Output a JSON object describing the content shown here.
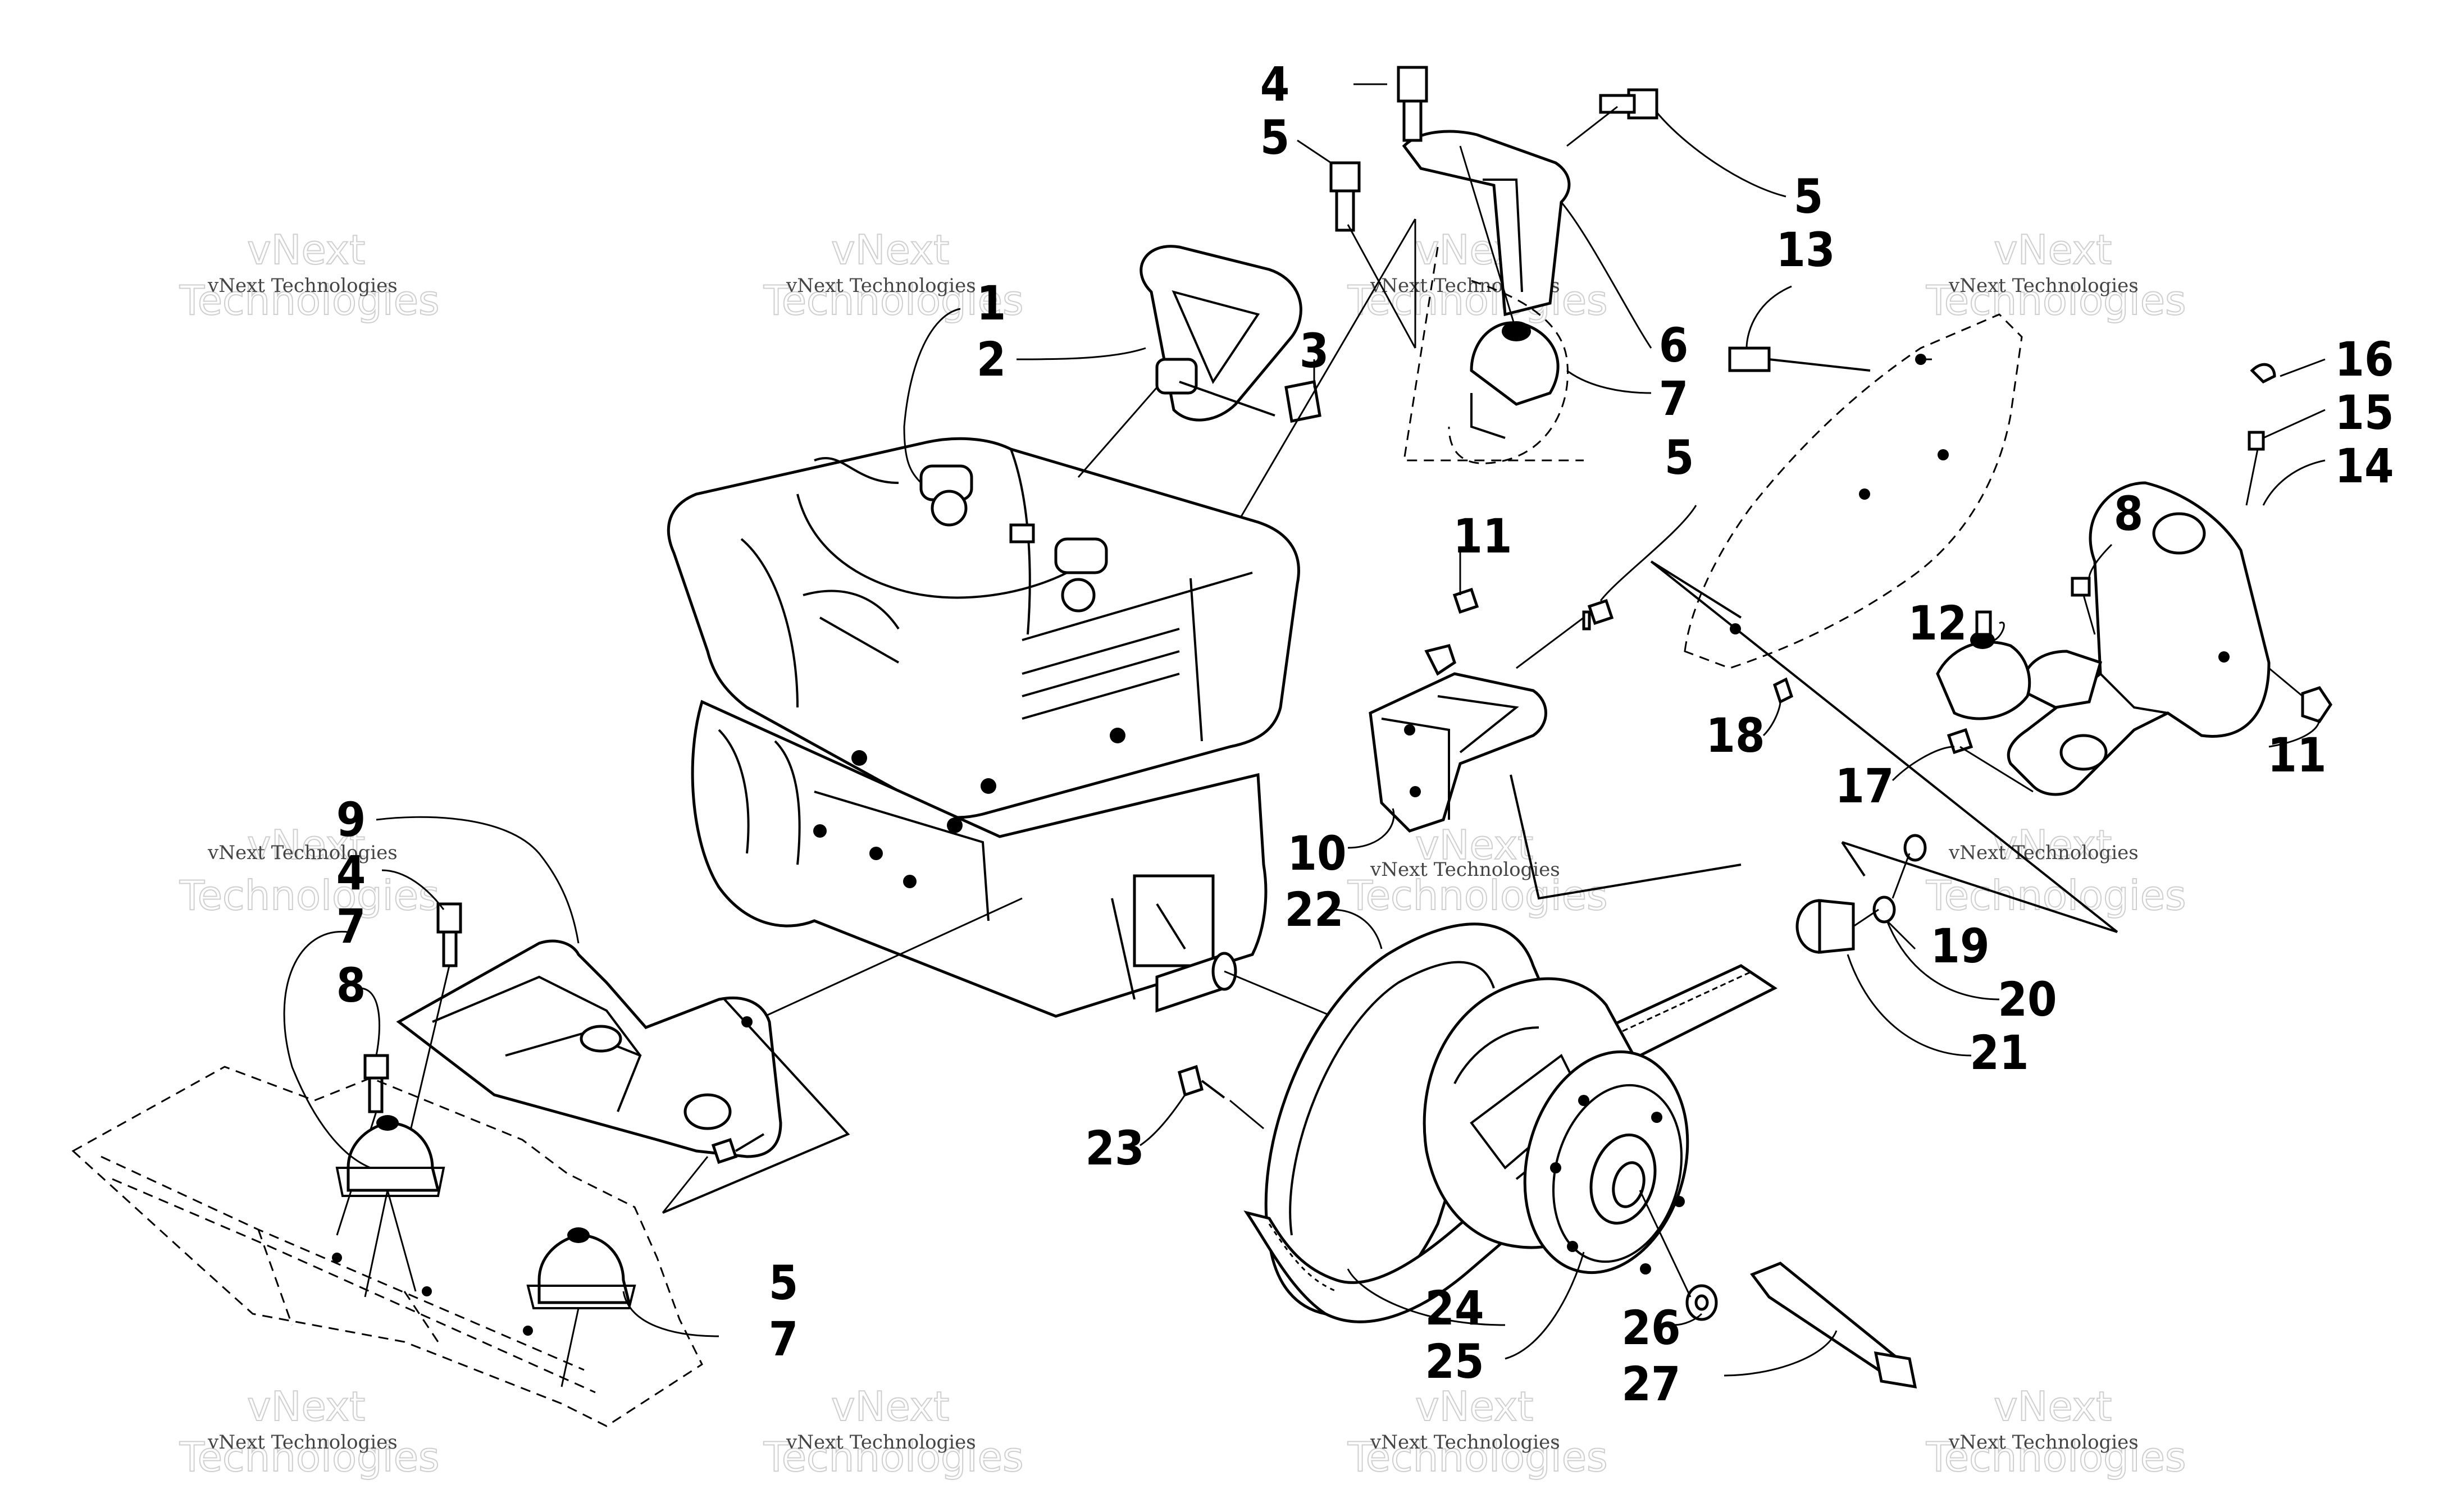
{
  "diagram": {
    "watermark_lines": [
      "vNext",
      "Technologies"
    ],
    "watermark_small": "vNext Technologies",
    "labels": [
      "1",
      "2",
      "3",
      "4",
      "5",
      "5",
      "6",
      "7",
      "13",
      "16",
      "15",
      "14",
      "5",
      "11",
      "8",
      "12",
      "11",
      "18",
      "17",
      "9",
      "4",
      "7",
      "8",
      "10",
      "22",
      "19",
      "20",
      "21",
      "23",
      "5",
      "7",
      "24",
      "25",
      "26",
      "27"
    ]
  }
}
